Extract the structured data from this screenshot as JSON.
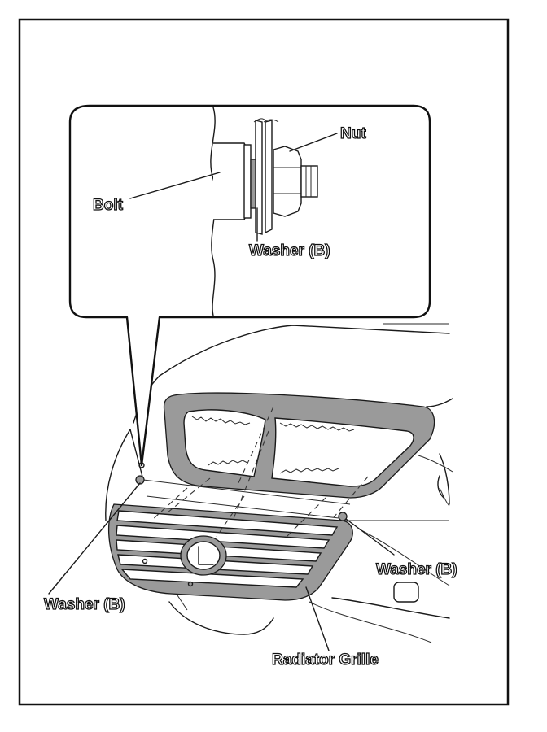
{
  "labels": {
    "nut": "Nut",
    "bolt": "Bolt",
    "washer_detail": "Washer (B)",
    "washer_right": "Washer (B)",
    "washer_left": "Washer (B)",
    "radiator_grille": "Radiator Grille"
  },
  "colors": {
    "line": "#1a1a1a",
    "grey_fill": "#9a9a9a",
    "background": "#ffffff"
  }
}
